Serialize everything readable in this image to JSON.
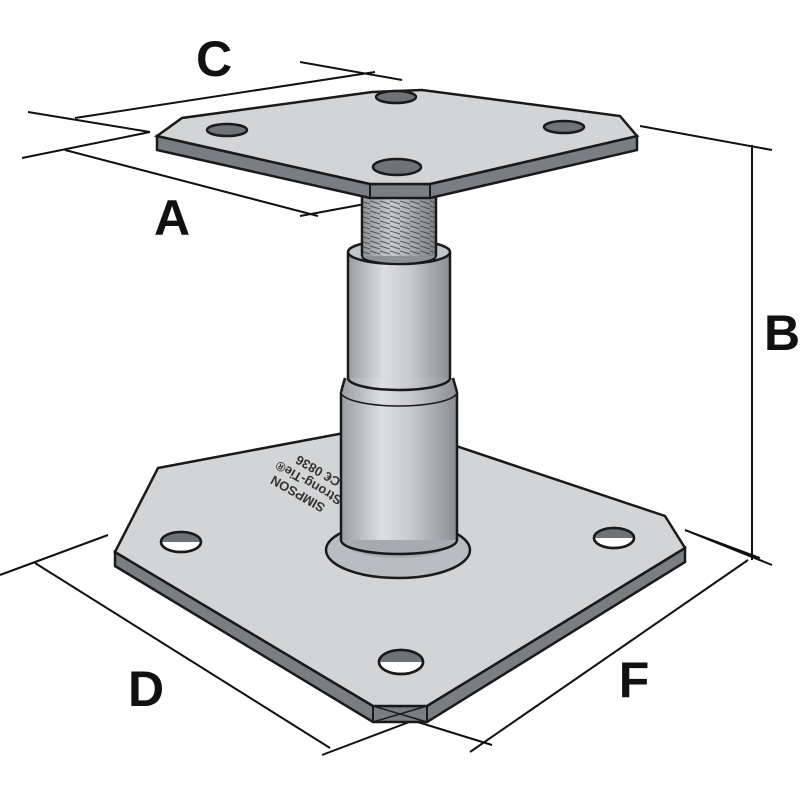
{
  "diagram": {
    "dimension_labels": {
      "a": "A",
      "b": "B",
      "c": "C",
      "d": "D",
      "f": "F"
    },
    "stamp": {
      "brand": "SIMPSON",
      "product": "Strong-Tie®",
      "cert": "C€ 0836"
    },
    "colors": {
      "metal_light": "#d4d6d8",
      "metal_mid": "#b9bcc0",
      "metal_dark": "#8e9296",
      "plate_edge": "#6f7377",
      "outline": "#1a1a1a",
      "dimension_line": "#111111"
    }
  }
}
